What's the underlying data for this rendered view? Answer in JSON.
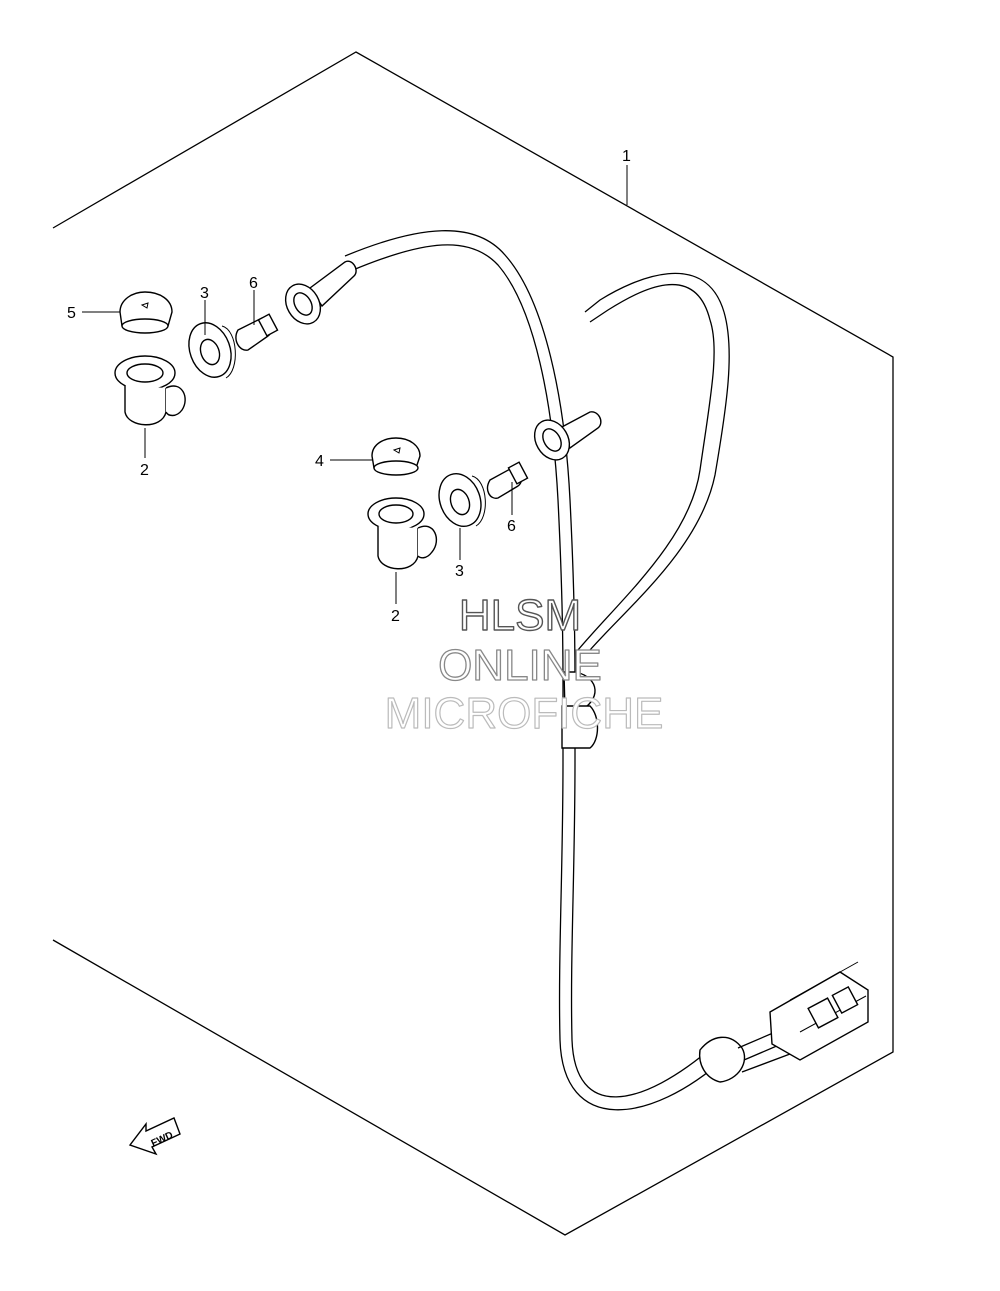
{
  "diagram": {
    "callouts": {
      "c1": "1",
      "c2a": "2",
      "c2b": "2",
      "c3a": "3",
      "c3b": "3",
      "c4": "4",
      "c5": "5",
      "c6a": "6",
      "c6b": "6"
    },
    "watermark": {
      "line1": "HLSM",
      "line2": "ONLINE",
      "line3": "MICROFICHE"
    },
    "fwd_label": "FWD"
  }
}
